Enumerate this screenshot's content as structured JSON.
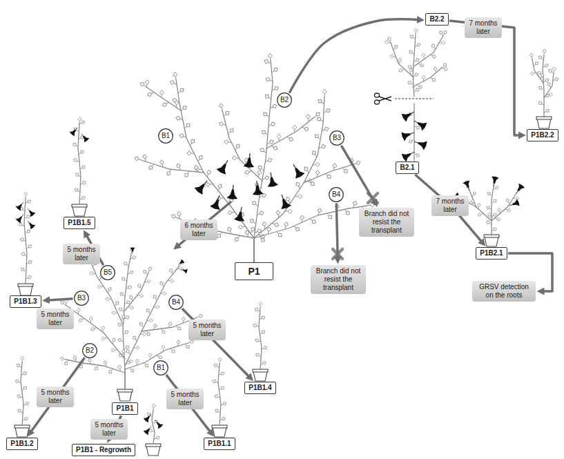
{
  "diagram": {
    "nodes": [
      {
        "text": [
          "B2.2"
        ]
      },
      {
        "text": [
          "B1"
        ]
      },
      {
        "text": [
          "B2"
        ]
      },
      {
        "text": [
          "B3"
        ]
      },
      {
        "text": [
          "B2.1"
        ]
      },
      {
        "text": [
          "P1B2.2"
        ]
      },
      {
        "text": [
          "B4"
        ]
      },
      {
        "text": [
          "Branch did not resist the transplant"
        ]
      },
      {
        "text": [
          "P1B1.5"
        ]
      },
      {
        "text": [
          "P1B2.1"
        ]
      },
      {
        "text": [
          "P1"
        ]
      },
      {
        "text": [
          "B5"
        ]
      },
      {
        "text": [
          "Branch did not resist the transplant"
        ]
      },
      {
        "text": [
          "GRSV detection on the roots"
        ]
      },
      {
        "text": [
          "B3"
        ]
      },
      {
        "text": [
          "P1B1.3"
        ]
      },
      {
        "text": [
          "B4"
        ]
      },
      {
        "text": [
          "B2"
        ]
      },
      {
        "text": [
          "B1"
        ]
      },
      {
        "text": [
          "P1B1.4"
        ]
      },
      {
        "text": [
          "P1B1"
        ]
      },
      {
        "text": [
          "P1B1.2"
        ]
      },
      {
        "text": [
          "P1B1 - Regrowth"
        ]
      },
      {
        "text": [
          "P1B1.1"
        ]
      }
    ],
    "edges": [
      {
        "from": 2,
        "to": 0,
        "arrow": "to"
      },
      {
        "from": 0,
        "to": 5,
        "label": "7 months later",
        "arrow": "to"
      },
      {
        "from": 4,
        "to": 9,
        "label": "7 months later",
        "arrow": "to"
      },
      {
        "from": 3,
        "to": 7,
        "arrow": "to"
      },
      {
        "from": 6,
        "to": 12,
        "arrow": "to"
      },
      {
        "from": 9,
        "to": 13,
        "arrow": "to"
      },
      {
        "from": 11,
        "to": 8,
        "label": "5 months later",
        "arrow": "to"
      },
      {
        "from": 14,
        "to": 15,
        "label": "5 months later",
        "arrow": "to"
      },
      {
        "from": 16,
        "to": 19,
        "label": "5 months later",
        "arrow": "to"
      },
      {
        "from": 17,
        "to": 21,
        "label": "5 months later",
        "arrow": "to"
      },
      {
        "from": 20,
        "to": 22,
        "label": "5 months later",
        "arrow": "to"
      },
      {
        "from": 18,
        "to": 23,
        "label": "5 months later",
        "arrow": "to"
      }
    ],
    "labels": [
      "6 months later"
    ]
  }
}
